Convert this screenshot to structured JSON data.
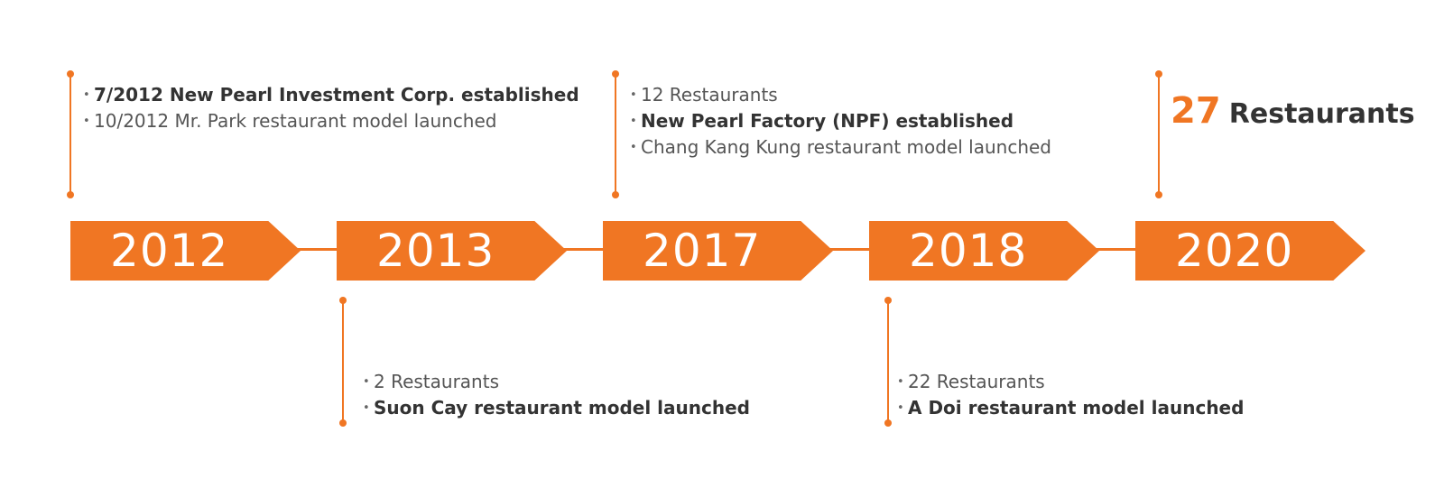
{
  "timeline": {
    "colors": {
      "accent": "#f07623",
      "text": "#3f3f3f"
    },
    "years": [
      {
        "label": "2012"
      },
      {
        "label": "2013"
      },
      {
        "label": "2017"
      },
      {
        "label": "2018"
      },
      {
        "label": "2020"
      }
    ],
    "notes": {
      "y2012": [
        {
          "text": "7/2012 New Pearl Investment Corp. established",
          "bold": true
        },
        {
          "text": "10/2012 Mr. Park restaurant model launched",
          "bold": false
        }
      ],
      "y2013": [
        {
          "text": "2 Restaurants",
          "bold": false
        },
        {
          "text": "Suon Cay restaurant model launched",
          "bold": true
        }
      ],
      "y2017": [
        {
          "text": "12 Restaurants",
          "bold": false
        },
        {
          "text": "New Pearl Factory (NPF) established",
          "bold": true
        },
        {
          "text": "Chang Kang Kung restaurant model launched",
          "bold": false
        }
      ],
      "y2018": [
        {
          "text": "22 Restaurants",
          "bold": false
        },
        {
          "text": "A Doi restaurant model launched",
          "bold": true
        }
      ],
      "y2020": {
        "count": "27",
        "label": "Restaurants"
      }
    },
    "bullet_char": "•"
  }
}
